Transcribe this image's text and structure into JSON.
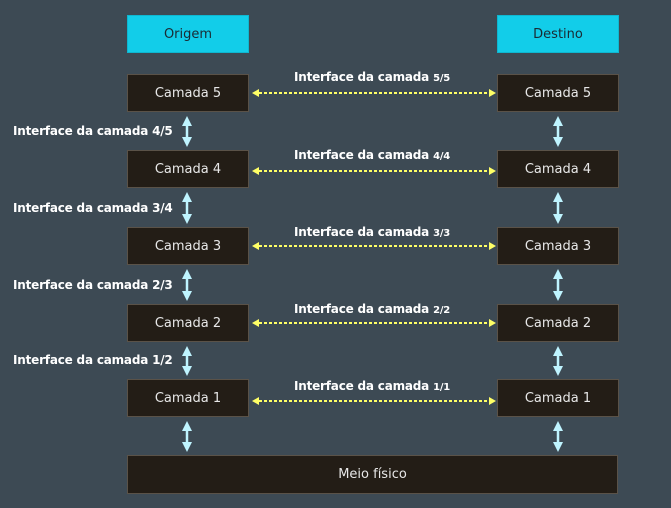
{
  "headers": {
    "source": "Origem",
    "destination": "Destino"
  },
  "layers": [
    "Camada 5",
    "Camada 4",
    "Camada 3",
    "Camada 2",
    "Camada 1"
  ],
  "peer_interfaces": [
    {
      "prefix": "Interface da camada ",
      "suffix": "5/5"
    },
    {
      "prefix": "Interface da camada ",
      "suffix": "4/4"
    },
    {
      "prefix": "Interface da camada ",
      "suffix": "3/3"
    },
    {
      "prefix": "Interface da camada ",
      "suffix": "2/2"
    },
    {
      "prefix": "Interface da camada ",
      "suffix": "1/1"
    }
  ],
  "vertical_interfaces": [
    "Interface da camada 4/5",
    "Interface da camada 3/4",
    "Interface da camada 2/3",
    "Interface da camada 1/2"
  ],
  "physical": "Meio físico",
  "colors": {
    "background": "#3d4a54",
    "header": "#12cde9",
    "box": "#231d16",
    "peer_arrow": "#ffff66",
    "vertical_arrow": "#bff4ff"
  }
}
